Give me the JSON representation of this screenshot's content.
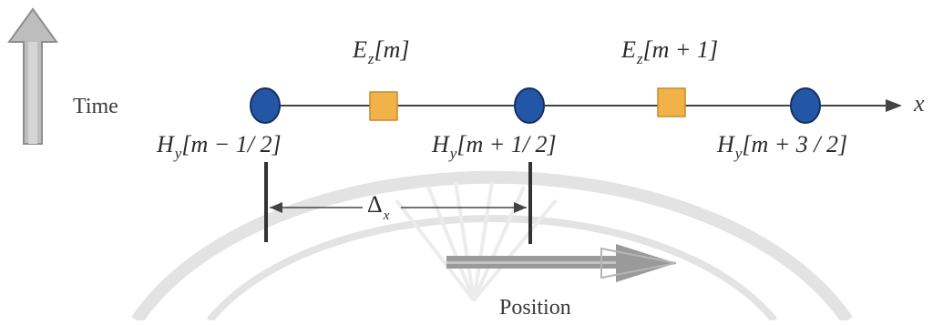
{
  "time_label": "Time",
  "position_label": "Position",
  "axis_label": "x",
  "delta_label": "Δ",
  "delta_sub": "x",
  "e_labels": [
    {
      "sym": "E",
      "sub": "z",
      "idx": "[m]"
    },
    {
      "sym": "E",
      "sub": "z",
      "idx": "[m + 1]"
    }
  ],
  "h_labels": [
    {
      "sym": "H",
      "sub": "y",
      "idx": "[m − 1/ 2]"
    },
    {
      "sym": "H",
      "sub": "y",
      "idx": "[m + 1/ 2]"
    },
    {
      "sym": "H",
      "sub": "y",
      "idx": "[m + 3 / 2]"
    }
  ],
  "colors": {
    "h_node_fill": "#2456a8",
    "h_node_stroke": "#16305e",
    "e_node_fill": "#f2b24a",
    "e_node_stroke": "#c98a2a",
    "line": "#333333",
    "arrow_gray": "#a9a9a9"
  }
}
